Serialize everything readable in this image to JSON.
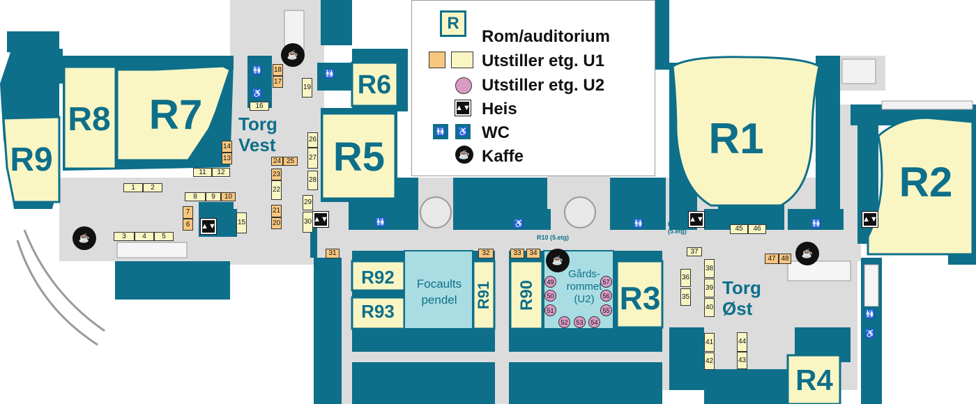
{
  "legend": {
    "room_symbol": "R",
    "room_label": "Rom/auditorium",
    "u1_label": "Utstiller etg. U1",
    "u2_label": "Utstiller etg. U2",
    "lift_label": "Heis",
    "wc_label": "WC",
    "coffee_label": "Kaffe"
  },
  "rooms": {
    "r1": "R1",
    "r2": "R2",
    "r3": "R3",
    "r4": "R4",
    "r5": "R5",
    "r6": "R6",
    "r7": "R7",
    "r8": "R8",
    "r9": "R9",
    "r90": "R90",
    "r91": "R91",
    "r92": "R92",
    "r93": "R93"
  },
  "areas": {
    "torg_vest_1": "Torg",
    "torg_vest_2": "Vest",
    "torg_ost_1": "Torg",
    "torg_ost_2": "Øst",
    "focault_1": "Focaults",
    "focault_2": "pendel",
    "gard_1": "Gårds-",
    "gard_2": "rommet",
    "gard_3": "(U2)",
    "r10_center": "R10 (5.etg)",
    "r10_right_1": "R10",
    "r10_right_2": "(5.etg)"
  },
  "booths": {
    "b1": "1",
    "b2": "2",
    "b3": "3",
    "b4": "4",
    "b5": "5",
    "b6": "6",
    "b7": "7",
    "b8": "8",
    "b9": "9",
    "b10": "10",
    "b11": "11",
    "b12": "12",
    "b13": "13",
    "b14": "14",
    "b15": "15",
    "b16": "16",
    "b17": "17",
    "b18": "18",
    "b19": "19",
    "b20": "20",
    "b21": "21",
    "b22": "22",
    "b23": "23",
    "b24": "24",
    "b25": "25",
    "b26": "26",
    "b27": "27",
    "b28": "28",
    "b29": "29",
    "b30": "30",
    "b31": "31",
    "b32": "32",
    "b33": "33",
    "b34": "34",
    "b35": "35",
    "b36": "36",
    "b37": "37",
    "b38": "38",
    "b39": "39",
    "b40": "40",
    "b41": "41",
    "b42": "42",
    "b43": "43",
    "b44": "44",
    "b45": "45",
    "b46": "46",
    "b47": "47",
    "b48": "48",
    "b49": "49",
    "b50": "50",
    "b51": "51",
    "b52": "52",
    "b53": "53",
    "b54": "54",
    "b55": "55",
    "b56": "56",
    "b57": "57"
  },
  "colors": {
    "teal": "#0e6f8a",
    "room_fill": "#f9f6c4",
    "u1_orange": "#f8c77f",
    "u2_pink": "#d99bc6",
    "floor": "#dcdcdc"
  },
  "icons": [
    "coffee-icon",
    "lift-icon",
    "wc-icon",
    "accessible-wc-icon"
  ]
}
